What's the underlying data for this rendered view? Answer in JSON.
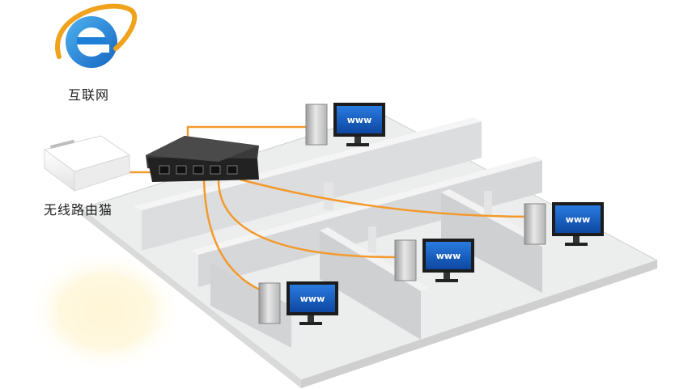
{
  "labels": {
    "internet": "互联网",
    "modem": "无线路由猫"
  },
  "icons": {
    "browser": "internet-explorer-icon",
    "modem": "wireless-router-modem-icon",
    "switch": "network-switch-icon",
    "computer": "desktop-computer-icon"
  },
  "computers": [
    {
      "screen_text": "www"
    },
    {
      "screen_text": "www"
    },
    {
      "screen_text": "www"
    },
    {
      "screen_text": "www"
    }
  ],
  "colors": {
    "cable": "#f39a2e",
    "screen": "#1560c8",
    "switch_body": "#2b2b2b",
    "ie_blue": "#1d7fd6",
    "ie_orange": "#f0a21c",
    "floor": "#e9eaec",
    "wall": "#d8d9db"
  }
}
